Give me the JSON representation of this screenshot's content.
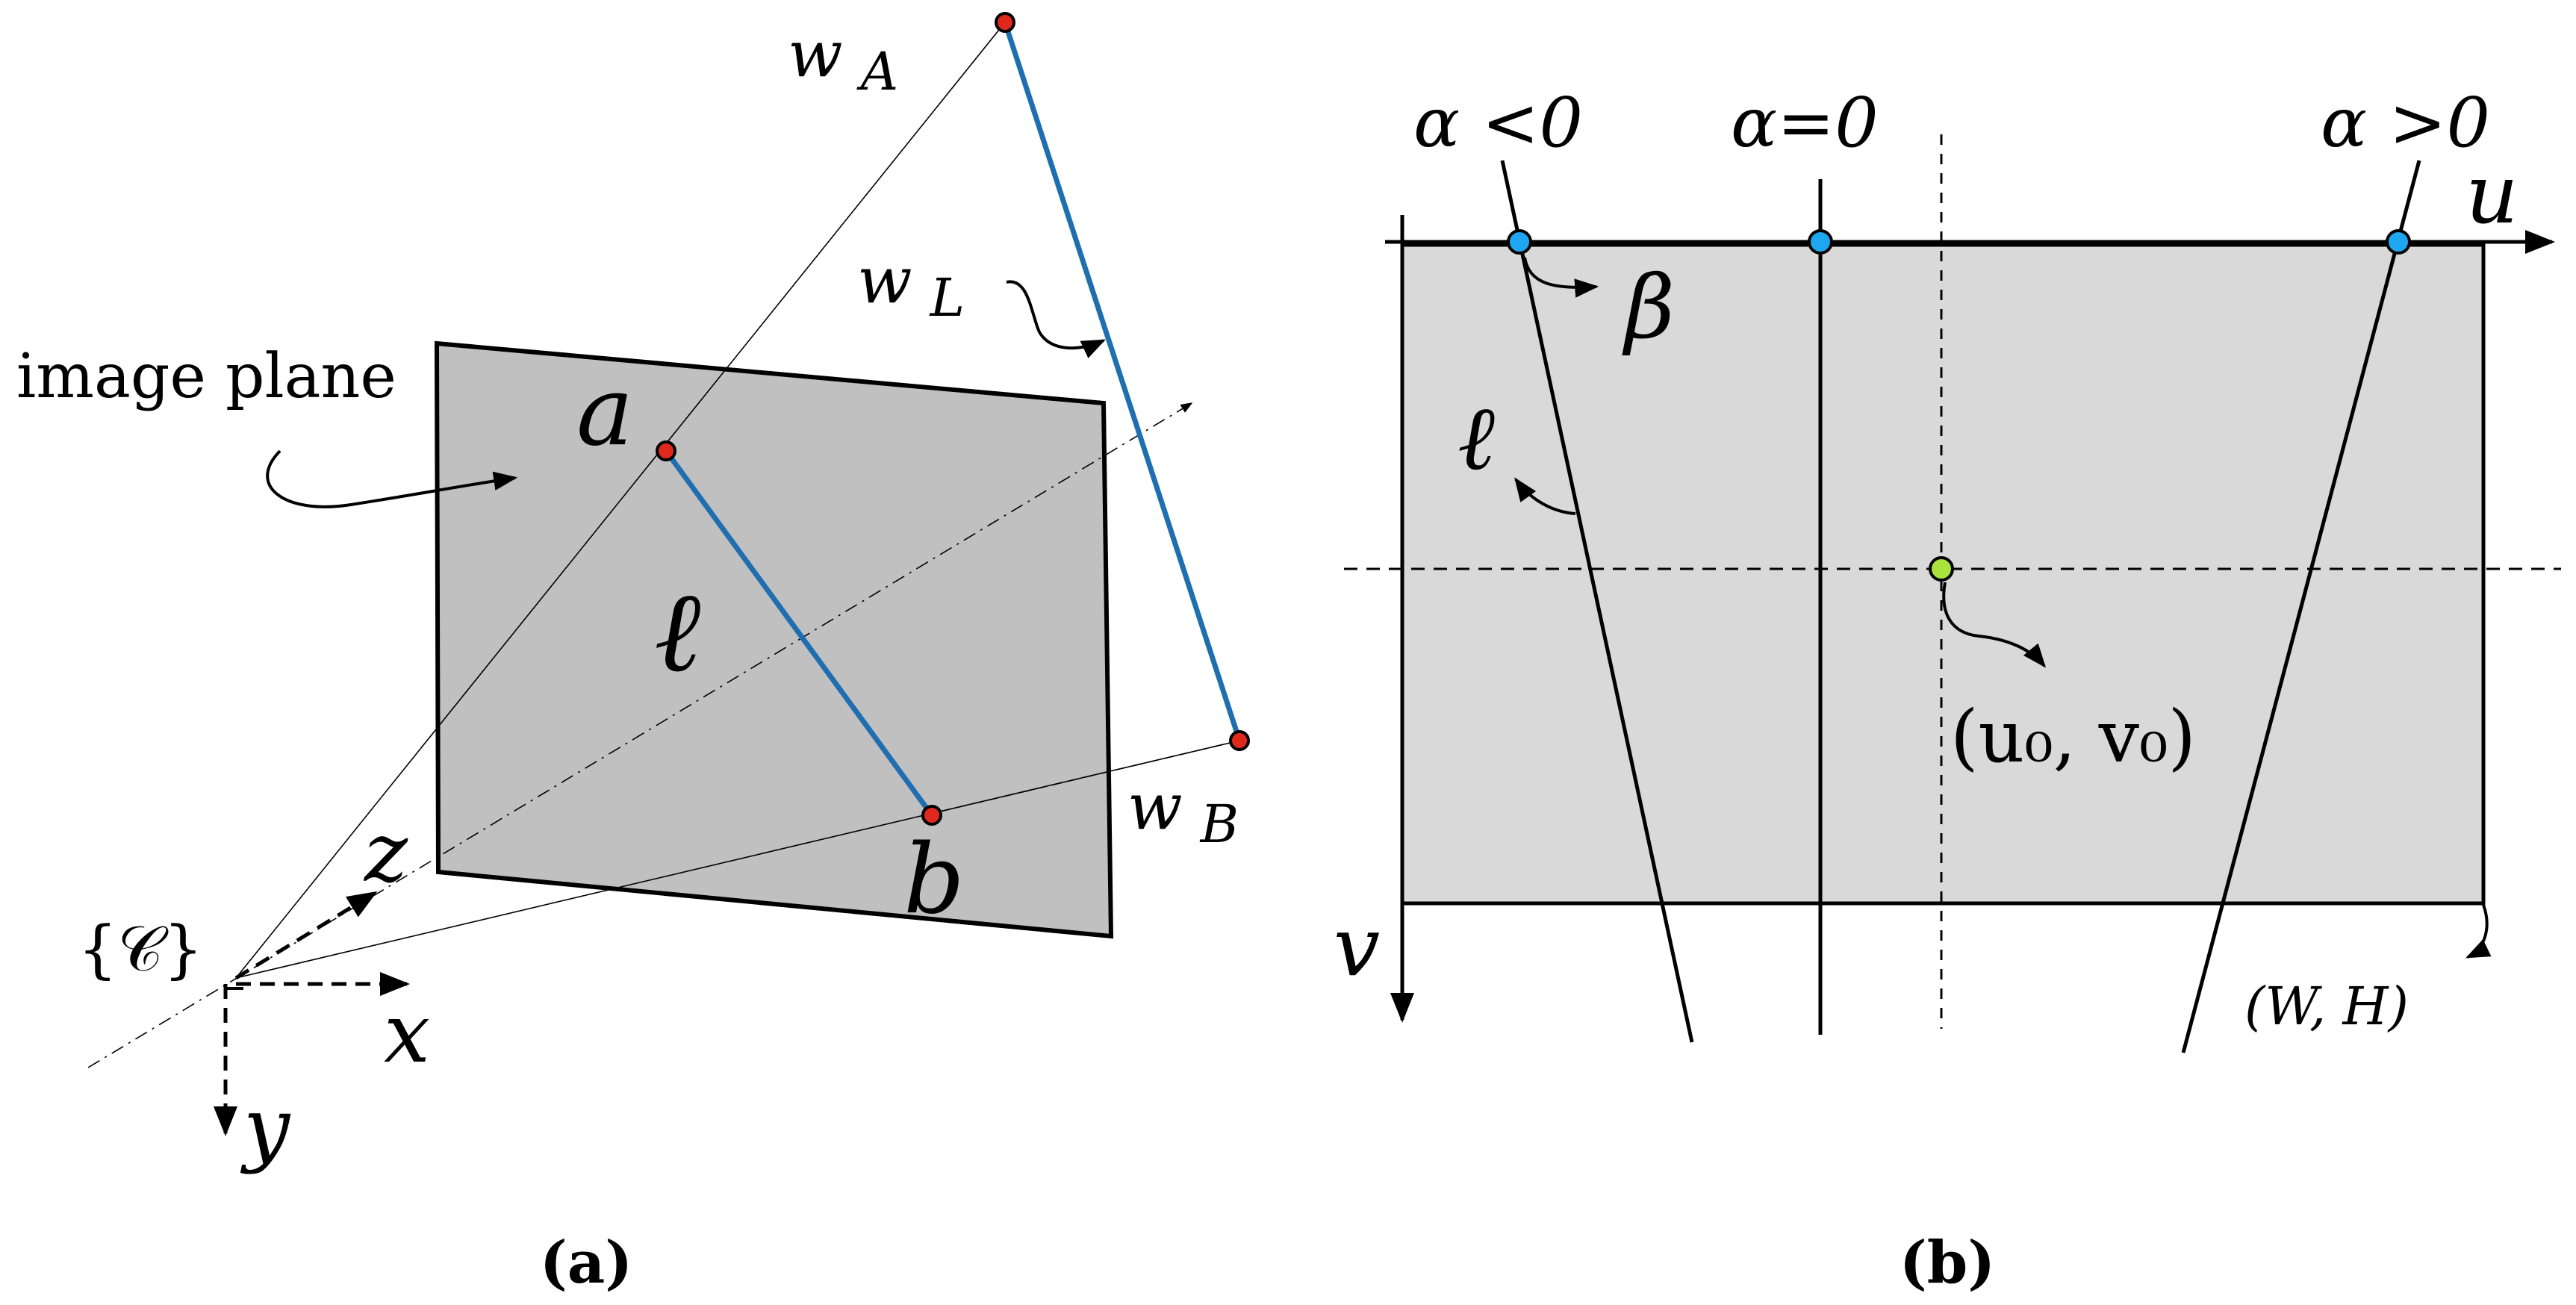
{
  "panel_a": {
    "caption": "(a)",
    "image_plane_label": "image plane",
    "labels": {
      "wA_main": "w",
      "wA_sub": "A",
      "wL_main": "w",
      "wL_sub": "L",
      "wB_main": "w",
      "wB_sub": "B",
      "a": "a",
      "b": "b",
      "ell": "ℓ",
      "camera": "{𝒞}",
      "x": "x",
      "y": "y",
      "z": "z"
    }
  },
  "panel_b": {
    "caption": "(b)",
    "labels": {
      "alpha_neg": "α <0",
      "alpha_zero": "α=0",
      "alpha_pos": "α >0",
      "u": "u",
      "v": "v",
      "beta": "β",
      "ell": "ℓ",
      "principal_point": "(u₀, v₀)",
      "corner": "(W, H)"
    }
  },
  "colors": {
    "segment_blue": "#1f6fb0",
    "point_red": "#e0291c",
    "point_cyan": "#1ea7f0",
    "point_green": "#a8e23a",
    "plane_dark": "#c0c0c0",
    "plane_light": "#d9d9d9"
  }
}
